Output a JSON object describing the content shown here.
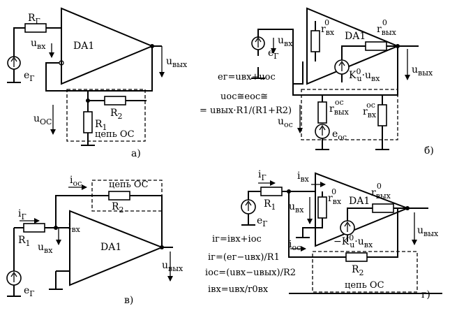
{
  "panel_a": {
    "source_res": "R",
    "source_res_sub": "Г",
    "u_in": "u",
    "u_in_sub": "вх",
    "opamp": "DA1",
    "u_out": "u",
    "u_out_sub": "вых",
    "emf": "e",
    "emf_sub": "Г",
    "r2": "R",
    "r2_sub": "2",
    "r1": "R",
    "r1_sub": "1",
    "u_fb": "u",
    "u_fb_sub": "ОС",
    "fb_circuit": "цепь ОС",
    "letter": "а)"
  },
  "panel_b": {
    "r_in": "r",
    "r_in_sub": "вх",
    "r_in_sup": "0",
    "r_out": "r",
    "r_out_sub": "вых",
    "r_out_sup": "0",
    "u_in": "u",
    "u_in_sub": "вх",
    "opamp": "DA1",
    "emf": "e",
    "emf_sub": "Г",
    "gain_src": "K",
    "gain_src_sup": "0",
    "gain_src_sub": "u",
    "gain_mult": "·u",
    "gain_mult_sub": "вх",
    "u_out": "u",
    "u_out_sub": "вых",
    "eq1": "eг=uвх+uос",
    "eq2": "uос≅eос≅",
    "eq3": "= uвых·R1/(R1+R2)",
    "r_out_fb": "r",
    "r_out_fb_sub": "вых",
    "r_out_fb_sup": "ос",
    "r_in_fb": "r",
    "r_in_fb_sub": "вх",
    "r_in_fb_sup": "ос",
    "u_fb": "u",
    "u_fb_sub": "ос",
    "e_fb": "e",
    "e_fb_sub": "ос",
    "letter": "б)"
  },
  "panel_v": {
    "i_fb": "i",
    "i_fb_sub": "ос",
    "fb_circuit": "цепь ОС",
    "r2": "R",
    "r2_sub": "2",
    "i_g": "i",
    "i_g_sub": "Г",
    "i_in": "i",
    "i_in_sub": "вх",
    "r1": "R",
    "r1_sub": "1",
    "u_in": "u",
    "u_in_sub": "вх",
    "opamp": "DA1",
    "u_out": "u",
    "u_out_sub": "вых",
    "emf": "e",
    "emf_sub": "Г",
    "letter": "в)"
  },
  "panel_g": {
    "i_g": "i",
    "i_g_sub": "Г",
    "i_in": "i",
    "i_in_sub": "вх",
    "r1": "R",
    "r1_sub": "1",
    "r_in": "r",
    "r_in_sub": "вх",
    "r_in_sup": "0",
    "r_out": "r",
    "r_out_sub": "вых",
    "r_out_sup": "0",
    "u_in": "u",
    "u_in_sub": "вх",
    "opamp": "DA1",
    "emf": "e",
    "emf_sub": "Г",
    "gain_src": "−K",
    "gain_src_sup": "0",
    "gain_src_sub": "u",
    "gain_mult": "·u",
    "gain_mult_sub": "вх",
    "u_out": "u",
    "u_out_sub": "вых",
    "i_fb": "i",
    "i_fb_sub": "ос",
    "eq1": "iг=iвх+iос",
    "eq2": "iг=(eг−uвх)/R1",
    "eq3": "iос=(uвх−uвых)/R2",
    "eq4": "iвх=uвх/r0вх",
    "r2": "R",
    "r2_sub": "2",
    "fb_circuit": "цепь ОС",
    "letter": "г)"
  }
}
